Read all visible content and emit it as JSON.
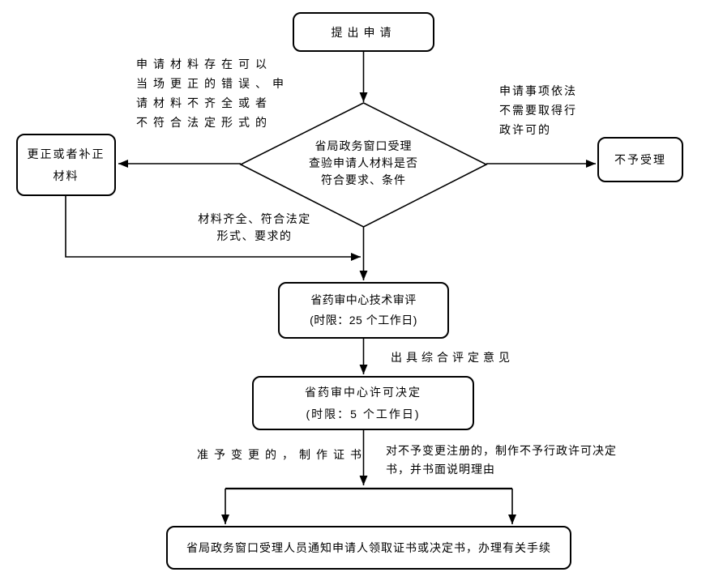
{
  "nodes": {
    "start": {
      "lines": [
        "提出申请"
      ]
    },
    "accept_check": {
      "lines": [
        "省局政务窗口受理",
        "查验申请人材料是否",
        "符合要求、条件"
      ]
    },
    "correct": {
      "lines": [
        "更正或者补正",
        "材料"
      ]
    },
    "reject": {
      "lines": [
        "不予受理"
      ]
    },
    "tech_review": {
      "lines": [
        "省药审中心技术审评",
        "(时限：25 个工作日)"
      ]
    },
    "license_decision": {
      "lines": [
        "省药审中心许可决定",
        "(时限：5 个工作日)"
      ]
    },
    "notify": {
      "lines": [
        "省局政务窗口受理人员通知申请人领取证书或决定书，办理有关手续"
      ]
    }
  },
  "annotations": {
    "correctable_error": {
      "lines": [
        "申请材料存在可以",
        "当场更正的错误、申",
        "请材料不齐全或者",
        "不符合法定形式的"
      ]
    },
    "no_license_needed": {
      "lines": [
        "申请事项依法",
        "不需要取得行",
        "政许可的"
      ]
    },
    "materials_complete": {
      "lines": [
        "材料齐全、符合法定",
        "形式、要求的"
      ]
    },
    "issue_opinion": {
      "lines": [
        "出具综合评定意见"
      ]
    },
    "approve_change": {
      "lines": [
        "准予变更的，制作证书"
      ]
    },
    "deny_change": {
      "lines": [
        "对不予变更注册的，制作不予行政许可决定",
        "书，并书面说明理由"
      ]
    }
  },
  "colors": {
    "line": "#000000",
    "text": "#000000",
    "background": "#ffffff"
  }
}
